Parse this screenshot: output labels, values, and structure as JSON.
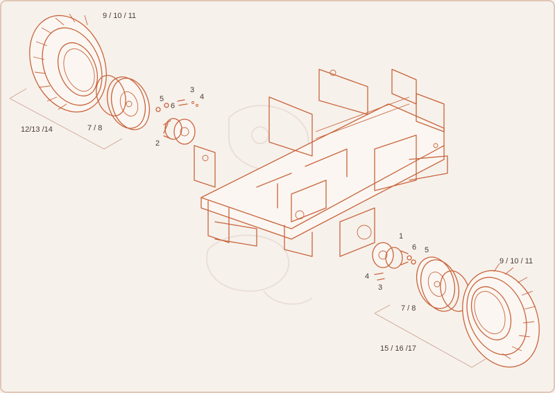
{
  "labels": {
    "tire_top": "9 / 10 / 11",
    "tire_top_alt": "12/13 /14",
    "rim_top": "7 / 8",
    "hub_top": "2",
    "bolt_top_3": "3",
    "bolt_top_4": "4",
    "bolt_top_5": "5",
    "bolt_top_6": "6",
    "hub_bottom": "1",
    "bolt_bottom_6": "6",
    "bolt_bottom_5": "5",
    "bolt_bottom_4": "4",
    "bolt_bottom_3": "3",
    "tire_bottom": "9 / 10 / 11",
    "rim_bottom": "7 / 8",
    "tire_bottom_alt": "15 / 16 /17"
  },
  "colors": {
    "line": "#c8643a",
    "text": "#4a3a33",
    "background": "#f7f1ec"
  }
}
